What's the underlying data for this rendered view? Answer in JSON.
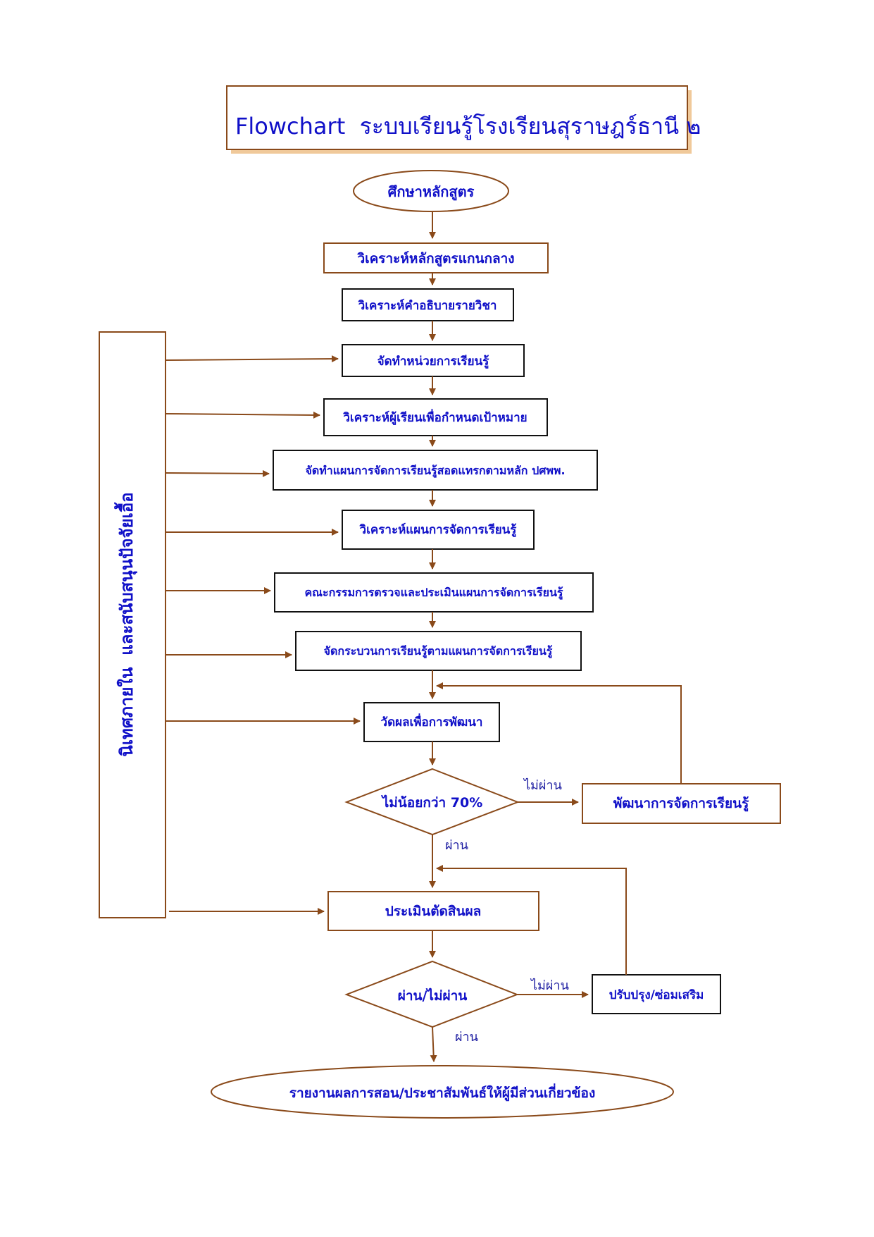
{
  "title": "Flowchart  ระบบเรียนรู้โรงเรียนสุราษฎร์ธานี ๒",
  "nodes": {
    "start": "ศึกษาหลักสูตร",
    "core_curriculum": "วิเคราะห์หลักสูตรแกนกลาง",
    "course_desc": "วิเคราะห์คำอธิบายรายวิชา",
    "units": "จัดทำหน่วยการเรียนรู้",
    "learner_analysis": "วิเคราะห์ผู้เรียนเพื่อกำหนดเป้าหมาย",
    "lesson_plan": "จัดทำแผนการจัดการเรียนรู้สอดแทรกตามหลัก ปศพพ.",
    "plan_analysis": "วิเคราะห์แผนการจัดการเรียนรู้",
    "committee": "คณะกรรมการตรวจและประเมินแผนการจัดการเรียนรู้",
    "process": "จัดกระบวนการเรียนรู้ตามแผนการจัดการเรียนรู้",
    "measure": "วัดผลเพื่อการพัฒนา",
    "decision1": "ไม่น้อยกว่า 70%",
    "develop": "พัฒนาการจัดการเรียนรู้",
    "evaluate": "ประเมินตัดสินผล",
    "decision2": "ผ่าน/ไม่ผ่าน",
    "remedial": "ปรับปรุง/ซ่อมเสริม",
    "report": "รายงานผลการสอน/ประชาสัมพันธ์ให้ผู้มีส่วนเกี่ยวข้อง"
  },
  "side_label": "นิเทศภายใน  และสนับสนุนปัจจัยเอื้อ",
  "edge_labels": {
    "fail1": "ไม่ผ่าน",
    "pass1": "ผ่าน",
    "fail2": "ไม่ผ่าน",
    "pass2": "ผ่าน"
  },
  "colors": {
    "text": "#1010c8",
    "border_brown": "#8a4a1a",
    "border_black": "#111111",
    "arrow": "#8a4a1a",
    "title_shadow": "#f0c99a"
  }
}
